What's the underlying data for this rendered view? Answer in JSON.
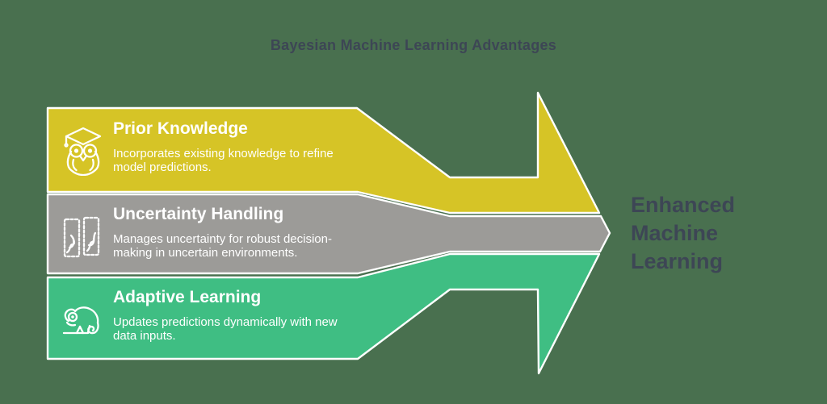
{
  "title": "Bayesian Machine Learning Advantages",
  "result": {
    "label": "Enhanced Machine Learning"
  },
  "bands": [
    {
      "title": "Prior Knowledge",
      "description": "Incorporates existing knowledge to refine model predictions.",
      "icon": "owl-graduation-cap-icon",
      "color": "#d6c426"
    },
    {
      "title": "Uncertainty Handling",
      "description": "Manages uncertainty for robust decision-making in uncertain environments.",
      "icon": "forked-paths-cards-icon",
      "color": "#9c9b98"
    },
    {
      "title": "Adaptive Learning",
      "description": "Updates predictions dynamically with new data inputs.",
      "icon": "chameleon-icon",
      "color": "#3fbe83"
    }
  ],
  "colors": {
    "background": "#49704f",
    "heading_text": "#3d4655",
    "band_text": "#ffffff",
    "shape_outline": "#ffffff"
  }
}
